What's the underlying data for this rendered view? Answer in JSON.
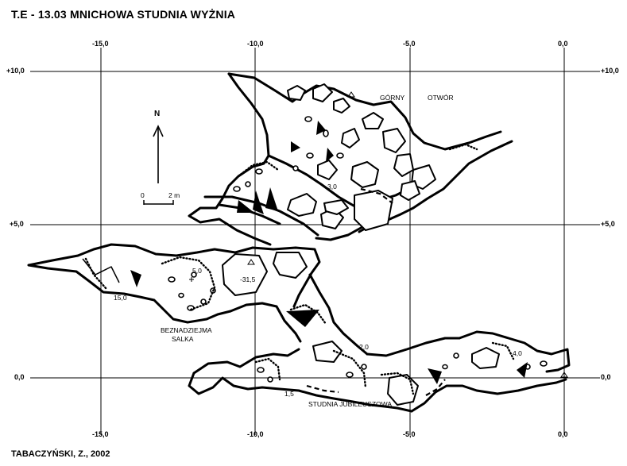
{
  "map": {
    "title": "T.E - 13.03  MNICHOWA STUDNIA WYŻNIA",
    "author_credit": "TABACZYŃSKI, Z., 2002",
    "grid": {
      "x_labels": [
        "-15,0",
        "-10,0",
        "-5,0",
        "0,0"
      ],
      "y_labels": [
        "+10,0",
        "+5,0",
        "0,0"
      ]
    },
    "north_label": "N",
    "scale_bar": {
      "start_label": "0",
      "end_label": "2 m"
    },
    "place_labels": {
      "gorny": "GÓRNY",
      "otwor": "OTWÓR",
      "beznadziejna_1": "BEZNADZIEJMA",
      "beznadziejna_2": "SALKA",
      "studnia_jubileuszowa": "STUDNIA JUBILEUSZOWA"
    },
    "depth_labels": {
      "d_3_0": "3,0",
      "d_5_0": "5,0",
      "d_minus_31_5": "-31,5",
      "d_15_0": "15,0",
      "d_2_0": "2,0",
      "d_1_5": "1,5",
      "d_4_0": "4,0"
    },
    "line_color": "#000000",
    "background_color": "#ffffff"
  }
}
